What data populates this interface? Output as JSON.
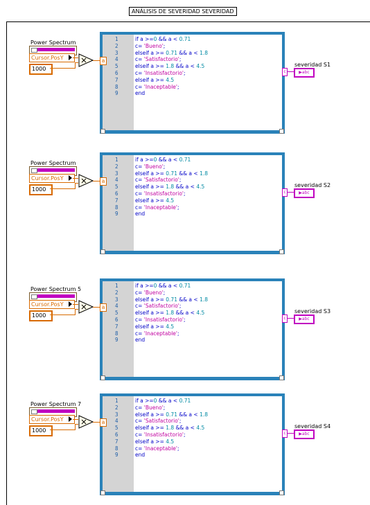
{
  "title": "ANÁLISIS DE SEVERIDAD SEVERIDAD",
  "code_lines": [
    {
      "n": "1",
      "parts": [
        [
          "kw",
          "if a >="
        ],
        [
          "num",
          "0"
        ],
        [
          "kw",
          " && a < "
        ],
        [
          "num",
          "0.71"
        ]
      ]
    },
    {
      "n": "2",
      "parts": [
        [
          "kw",
          "c= "
        ],
        [
          "str",
          "'Bueno'"
        ],
        [
          "kw",
          ";"
        ]
      ]
    },
    {
      "n": "3",
      "parts": [
        [
          "kw",
          "elseif a >= "
        ],
        [
          "num",
          "0.71"
        ],
        [
          "kw",
          " && a < "
        ],
        [
          "num",
          "1.8"
        ]
      ]
    },
    {
      "n": "4",
      "parts": [
        [
          "kw",
          "c= "
        ],
        [
          "str",
          "'Satisfactorio'"
        ],
        [
          "kw",
          ";"
        ]
      ]
    },
    {
      "n": "5",
      "parts": [
        [
          "kw",
          "elseif a >= "
        ],
        [
          "num",
          "1.8"
        ],
        [
          "kw",
          " && a < "
        ],
        [
          "num",
          "4.5"
        ]
      ]
    },
    {
      "n": "6",
      "parts": [
        [
          "kw",
          "c= "
        ],
        [
          "str",
          "'Insatisfactorio'"
        ],
        [
          "kw",
          ";"
        ]
      ]
    },
    {
      "n": "7",
      "parts": [
        [
          "kw",
          "elseif a >= "
        ],
        [
          "num",
          "4.5"
        ]
      ]
    },
    {
      "n": "8",
      "parts": [
        [
          "kw",
          " c= "
        ],
        [
          "str",
          "'Inaceptable'"
        ],
        [
          "kw",
          ";"
        ]
      ]
    },
    {
      "n": "9",
      "parts": [
        [
          "kw",
          "end"
        ]
      ]
    }
  ],
  "blocks": [
    {
      "input_label": "Power Spectrum",
      "cursor_label": "Cursor.PosY",
      "constant": "1000",
      "output_label": "severidad S1"
    },
    {
      "input_label": "Power Spectrum",
      "cursor_label": "Cursor.PosY",
      "constant": "1000",
      "output_label": "severidad S2"
    },
    {
      "input_label": "Power Spectrum 5",
      "cursor_label": "Cursor.PosY",
      "constant": "1000",
      "output_label": "severidad S3"
    },
    {
      "input_label": "Power Spectrum 7",
      "cursor_label": "Cursor.PosY",
      "constant": "1000",
      "output_label": "severidad S4"
    }
  ],
  "node_input_label": "a",
  "node_output_label": "c",
  "indicator_type_label": "abc"
}
